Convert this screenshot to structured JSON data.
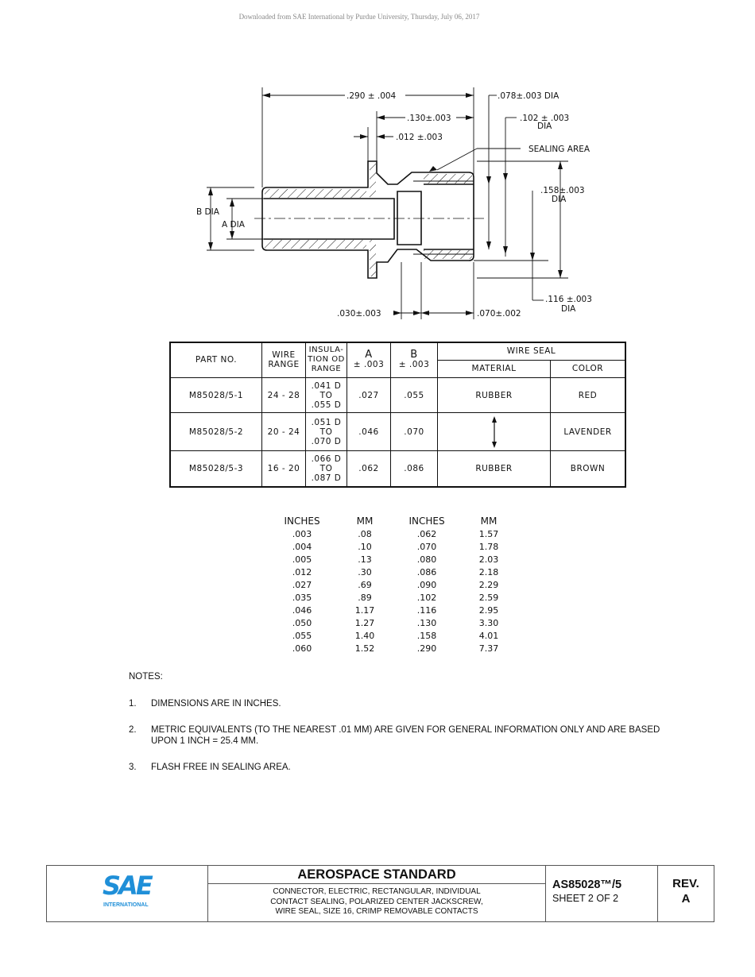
{
  "download_note": "Downloaded from SAE International by Purdue University, Thursday, July 06, 2017",
  "drawing": {
    "dim_overall": ".290 ± .004",
    "dim_130": ".130±.003",
    "dim_012": ".012 ±.003",
    "dim_078": ".078±.003 DIA",
    "dim_102": ".102 ± .003",
    "dim_102_dia": "DIA",
    "sealing_area": "SEALING AREA",
    "dim_158": ".158±.003",
    "dim_158_dia": "DIA",
    "dim_116": ".116 ±.003",
    "dim_116_dia": "DIA",
    "dim_030": ".030±.003",
    "dim_070": ".070±.002",
    "b_dia": "B DIA",
    "a_dia": "A DIA"
  },
  "parts_table": {
    "headers": {
      "part_no": "PART NO.",
      "wire": "WIRE",
      "range": "RANGE",
      "insul_1": "INSULA-",
      "insul_2": "TION OD",
      "insul_3": "RANGE",
      "a": "A",
      "a_tol": "± .003",
      "b": "B",
      "b_tol": "± .003",
      "wire_seal": "WIRE SEAL",
      "material": "MATERIAL",
      "color": "COLOR"
    },
    "rows": [
      {
        "part": "M85028/5-1",
        "range": "24 - 28",
        "ins1": ".041 D",
        "ins2": "TO",
        "ins3": ".055 D",
        "a": ".027",
        "b": ".055",
        "material": "RUBBER",
        "color": "RED"
      },
      {
        "part": "M85028/5-2",
        "range": "20 - 24",
        "ins1": ".051 D",
        "ins2": "TO",
        "ins3": ".070 D",
        "a": ".046",
        "b": ".070",
        "material": "",
        "color": "LAVENDER"
      },
      {
        "part": "M85028/5-3",
        "range": "16 - 20",
        "ins1": ".066 D",
        "ins2": "TO",
        "ins3": ".087 D",
        "a": ".062",
        "b": ".086",
        "material": "RUBBER",
        "color": "BROWN"
      }
    ]
  },
  "conversion_table": {
    "headers": [
      "INCHES",
      "MM",
      "INCHES",
      "MM"
    ],
    "rows": [
      [
        ".003",
        ".08",
        ".062",
        "1.57"
      ],
      [
        ".004",
        ".10",
        ".070",
        "1.78"
      ],
      [
        ".005",
        ".13",
        ".080",
        "2.03"
      ],
      [
        ".012",
        ".30",
        ".086",
        "2.18"
      ],
      [
        ".027",
        ".69",
        ".090",
        "2.29"
      ],
      [
        ".035",
        ".89",
        ".102",
        "2.59"
      ],
      [
        ".046",
        "1.17",
        ".116",
        "2.95"
      ],
      [
        ".050",
        "1.27",
        ".130",
        "3.30"
      ],
      [
        ".055",
        "1.40",
        ".158",
        "4.01"
      ],
      [
        ".060",
        "1.52",
        ".290",
        "7.37"
      ]
    ]
  },
  "notes": {
    "heading": "NOTES:",
    "items": [
      {
        "num": "1.",
        "text": "DIMENSIONS ARE IN INCHES."
      },
      {
        "num": "2.",
        "text": "METRIC EQUIVALENTS (TO THE NEAREST .01 MM) ARE GIVEN FOR GENERAL INFORMATION ONLY AND ARE BASED UPON 1 INCH = 25.4 MM."
      },
      {
        "num": "3.",
        "text": "FLASH FREE IN SEALING AREA."
      }
    ]
  },
  "title_block": {
    "logo_text": "SAE",
    "logo_sub": "INTERNATIONAL",
    "brand_color": "#1f8fd8",
    "heading": "AEROSPACE STANDARD",
    "line1": "CONNECTOR, ELECTRIC, RECTANGULAR, INDIVIDUAL",
    "line2": "CONTACT SEALING, POLARIZED CENTER JACKSCREW,",
    "line3": "WIRE SEAL, SIZE 16, CRIMP REMOVABLE CONTACTS",
    "doc_number": "AS85028™/5",
    "sheet": "SHEET 2 OF 2",
    "rev_label": "REV.",
    "rev_value": "A"
  }
}
